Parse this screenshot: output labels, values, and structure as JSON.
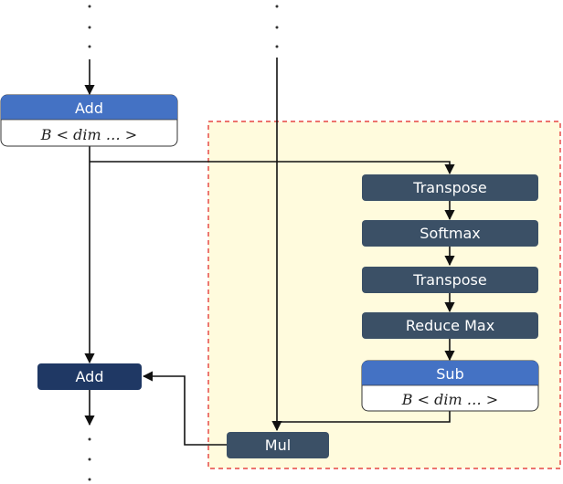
{
  "nodes": {
    "add_top": {
      "label": "Add",
      "shape": "B < dim … >"
    },
    "add_bottom": {
      "label": "Add"
    },
    "transpose_1": {
      "label": "Transpose"
    },
    "softmax": {
      "label": "Softmax"
    },
    "transpose_2": {
      "label": "Transpose"
    },
    "reduce_max": {
      "label": "Reduce Max"
    },
    "sub": {
      "label": "Sub",
      "shape": "B < dim … >"
    },
    "mul": {
      "label": "Mul"
    }
  },
  "colors": {
    "light_node": "#4472c4",
    "dark_node": "#3b5066",
    "navy_node": "#1f3864",
    "region_fill": "#fffbdd",
    "region_border": "#e02020"
  },
  "region": {
    "style": "dashed"
  }
}
